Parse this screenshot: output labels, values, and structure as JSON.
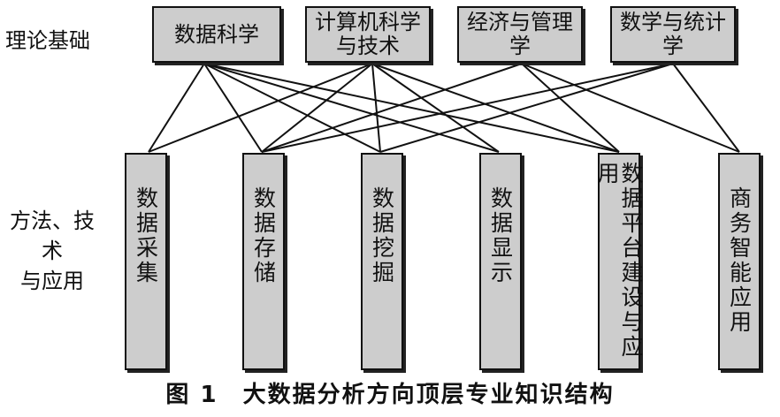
{
  "row_labels": {
    "theory": "理论基础",
    "methods": "方法、技术\n与应用"
  },
  "foundations": [
    {
      "id": "ds",
      "label": "数据科学"
    },
    {
      "id": "cs",
      "label": "计算机科学\n与技术"
    },
    {
      "id": "em",
      "label": "经济与管理学"
    },
    {
      "id": "ms",
      "label": "数学与统计学"
    }
  ],
  "areas": [
    {
      "id": "collect",
      "label": "数据采集"
    },
    {
      "id": "store",
      "label": "数据存储"
    },
    {
      "id": "mine",
      "label": "数据挖掘"
    },
    {
      "id": "display",
      "label": "数据显示"
    },
    {
      "id": "platform",
      "label": "数据平台建设与应用"
    },
    {
      "id": "bi",
      "label": "商务智能应用"
    }
  ],
  "edges": [
    [
      "ds",
      "collect"
    ],
    [
      "ds",
      "store"
    ],
    [
      "ds",
      "mine"
    ],
    [
      "ds",
      "display"
    ],
    [
      "ds",
      "platform"
    ],
    [
      "cs",
      "collect"
    ],
    [
      "cs",
      "store"
    ],
    [
      "cs",
      "mine"
    ],
    [
      "cs",
      "display"
    ],
    [
      "cs",
      "platform"
    ],
    [
      "em",
      "store"
    ],
    [
      "em",
      "platform"
    ],
    [
      "em",
      "bi"
    ],
    [
      "ms",
      "store"
    ],
    [
      "ms",
      "mine"
    ],
    [
      "ms",
      "bi"
    ]
  ],
  "caption": "图 1　大数据分析方向顶层专业知识结构"
}
